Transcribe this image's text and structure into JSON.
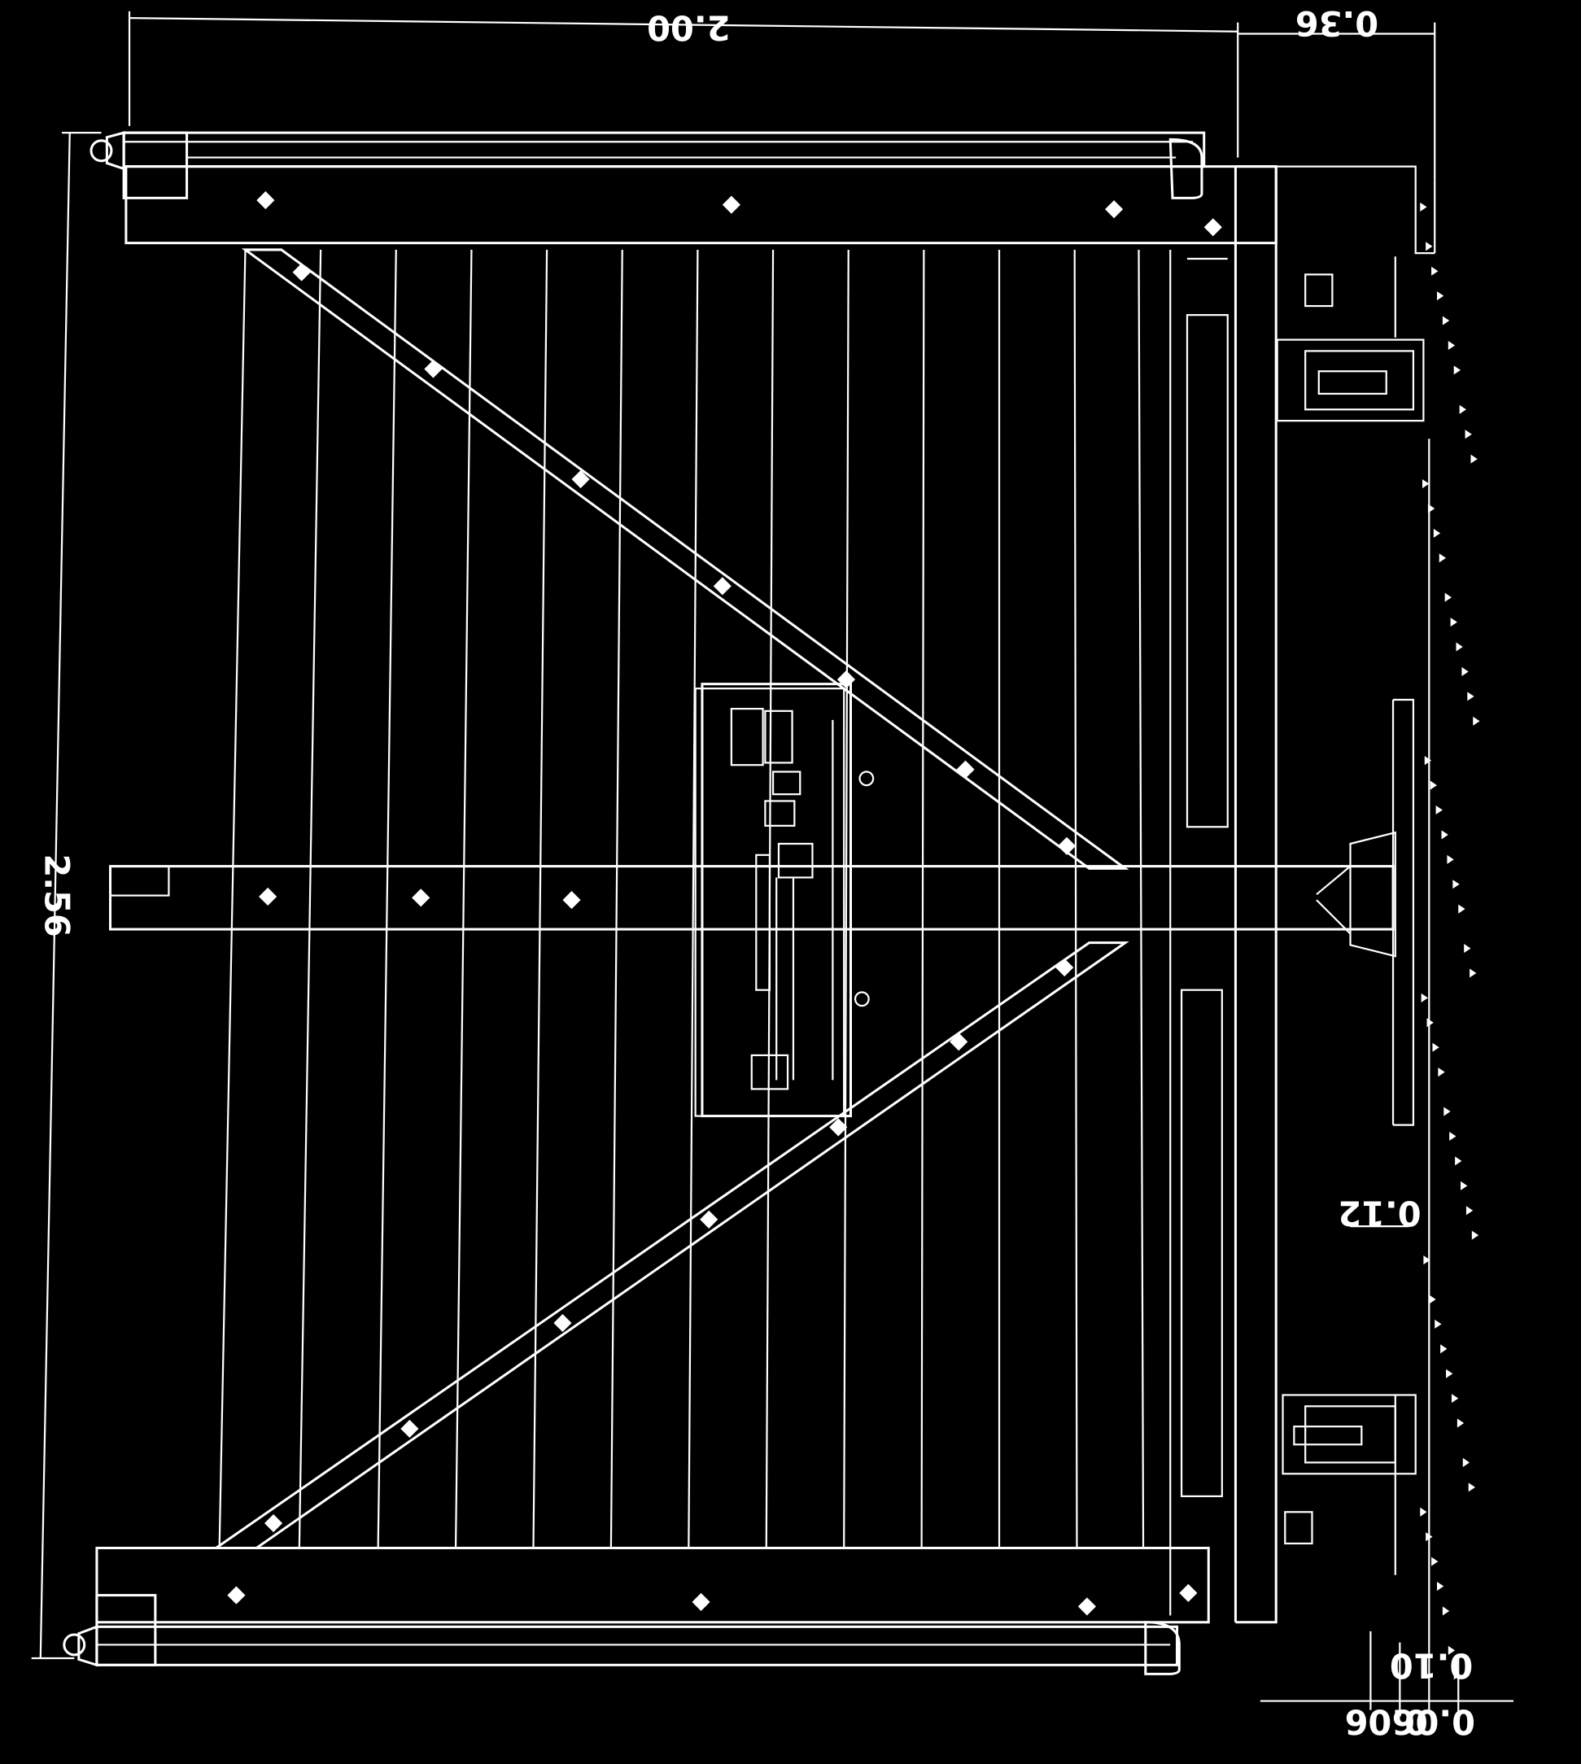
{
  "drawing": {
    "dimensions": {
      "top_width": "2.00",
      "top_right": "0.36",
      "height": "2.56",
      "gap_right": "0.12",
      "bottom_a": "0.10",
      "bottom_b": "0.06",
      "bottom_c": "0.06"
    }
  }
}
